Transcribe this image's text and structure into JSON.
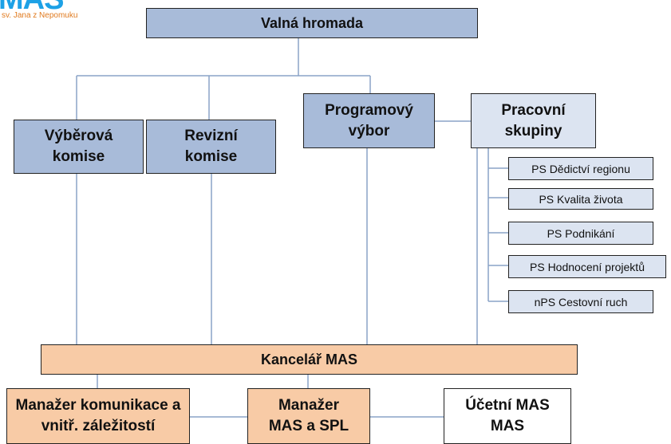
{
  "logo": {
    "text": "MAS",
    "subtitle": "sv. Jana z Nepomuku"
  },
  "nodes": {
    "valna_hromada": "Valná hromada",
    "vyberova_komise": "Výběrová komise",
    "revizni_komise": "Revizní komise",
    "programovy_vybor": "Programový výbor",
    "pracovni_skupiny": "Pracovní skupiny",
    "ps_dedictvi": "PS Dědictví regionu",
    "ps_kvalita": "PS Kvalita života",
    "ps_podnikani": "PS Podnikání",
    "ps_hodnoceni": "PS Hodnocení projektů",
    "nps_cestovni": "nPS Cestovní ruch",
    "kancelar": "Kancelář MAS",
    "manazer_komunikace": "Manažer komunikace a vnitř. záležitostí",
    "manazer_mas": "Manažer MAS a SPL",
    "ucetni": "Účetní MAS MAS"
  },
  "colors": {
    "top_fill": "#a8bbd9",
    "light_fill": "#dce4f1",
    "office_fill": "#f8cba6",
    "connector": "#8aa3c7"
  }
}
